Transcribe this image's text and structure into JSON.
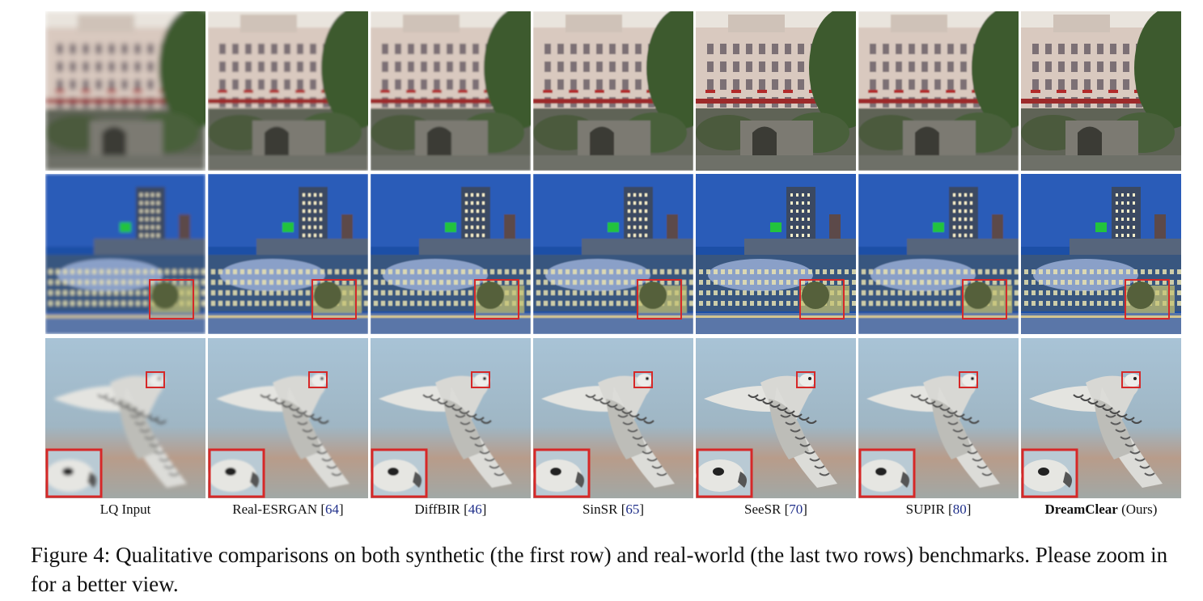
{
  "figure": {
    "columns": [
      {
        "name": "LQ Input",
        "ref": "",
        "suffix": ""
      },
      {
        "name": "Real-ESRGAN",
        "ref": "64",
        "suffix": ""
      },
      {
        "name": "DiffBIR",
        "ref": "46",
        "suffix": ""
      },
      {
        "name": "SinSR",
        "ref": "65",
        "suffix": ""
      },
      {
        "name": "SeeSR",
        "ref": "70",
        "suffix": ""
      },
      {
        "name": "SUPIR",
        "ref": "80",
        "suffix": ""
      },
      {
        "name": "DreamClear",
        "ref": "",
        "suffix": "(Ours)"
      }
    ],
    "rows": [
      {
        "scene": "building-facade",
        "benchmark": "synthetic"
      },
      {
        "scene": "city-skyline",
        "benchmark": "real-world"
      },
      {
        "scene": "falcon-in-flight",
        "benchmark": "real-world"
      }
    ],
    "highlight_color": "#d62828",
    "caption_label": "Figure 4:",
    "caption_text": "Qualitative comparisons on both synthetic (the first row) and real-world (the last two rows) benchmarks. Please zoom in for a better view."
  }
}
